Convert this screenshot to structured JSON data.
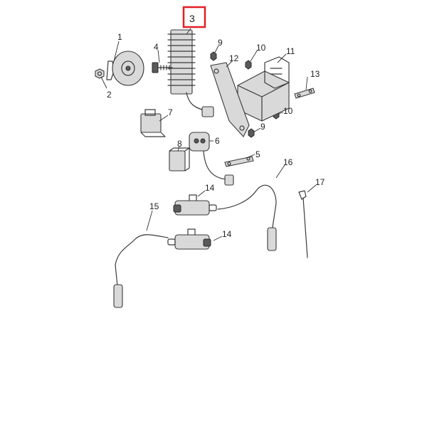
{
  "highlight_color": "#e31e24",
  "callouts": {
    "c1": "1",
    "c2": "2",
    "c3": "3",
    "c4": "4",
    "c5": "5",
    "c6": "6",
    "c7": "7",
    "c8": "8",
    "c9a": "9",
    "c9b": "9",
    "c10a": "10",
    "c10b": "10",
    "c11": "11",
    "c12": "12",
    "c13": "13",
    "c14a": "14",
    "c14b": "14",
    "c15": "15",
    "c16": "16",
    "c17": "17"
  },
  "highlighted_callout": "3"
}
